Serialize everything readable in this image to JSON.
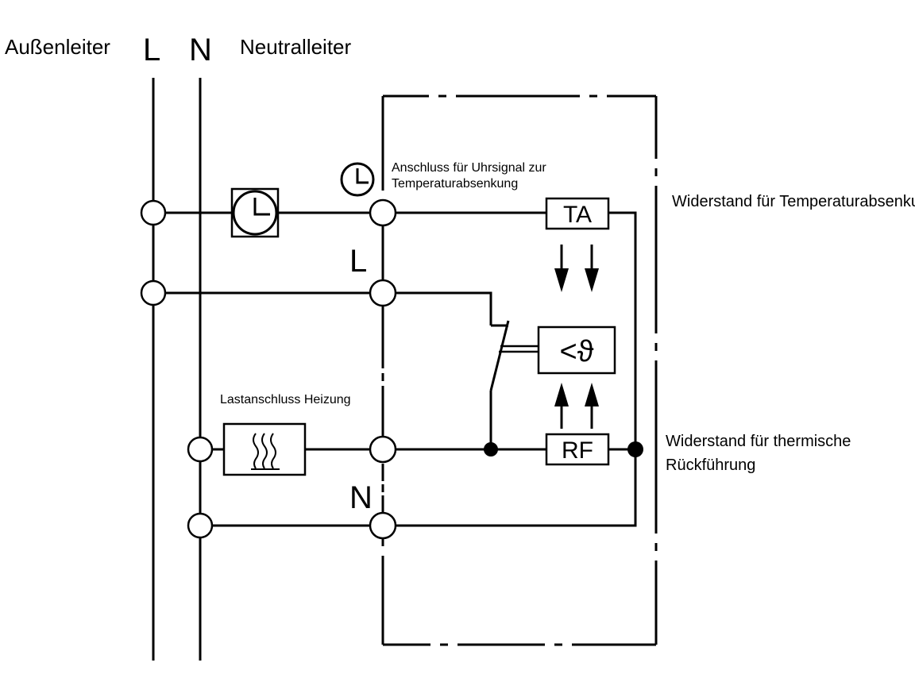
{
  "labels": {
    "aussenleiter": "Außenleiter",
    "L_main": "L",
    "N_main": "N",
    "neutralleiter": "Neutralleiter",
    "anschluss_line1": "Anschluss für Uhrsignal zur",
    "anschluss_line2": "Temperaturabsenkung",
    "L_inner": "L",
    "N_inner": "N",
    "lastanschluss": "Lastanschluss Heizung",
    "widerstand_ta": "Widerstand für Temperaturabsenkung",
    "widerstand_rf_line1": "Widerstand für thermische",
    "widerstand_rf_line2": "Rückführung"
  },
  "components": {
    "ta": "TA",
    "sensor": "<ϑ",
    "rf": "RF"
  },
  "icons": {
    "timer": "clock-icon",
    "clock_signal": "clock-icon",
    "heater": "heating-icon"
  }
}
